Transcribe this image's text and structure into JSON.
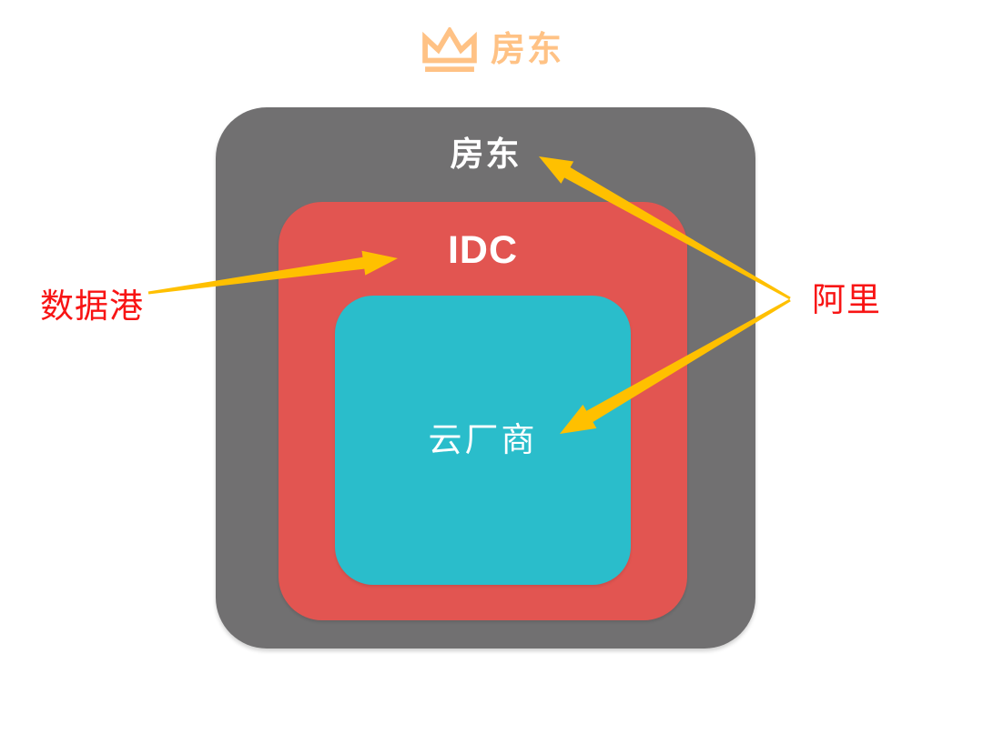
{
  "title": {
    "icon": "crown-icon",
    "label": "房东"
  },
  "diagram": {
    "outer_box": {
      "label": "房东"
    },
    "middle_box": {
      "label": "IDC"
    },
    "inner_box": {
      "label": "云厂商"
    }
  },
  "annotations": {
    "left": {
      "label": "数据港"
    },
    "right": {
      "label": "阿里"
    }
  },
  "arrows": [
    {
      "from": "数据港",
      "to": "IDC"
    },
    {
      "from": "阿里",
      "to": "房东"
    },
    {
      "from": "阿里",
      "to": "云厂商"
    }
  ],
  "colors": {
    "title_orange": "#FFC285",
    "arrow_gold": "#FFC000",
    "annotation_red": "#F81414",
    "outer_gray": "#717071",
    "middle_red": "#E25551",
    "inner_cyan": "#2ABDCB",
    "box_label_white": "#FFFFFF"
  }
}
